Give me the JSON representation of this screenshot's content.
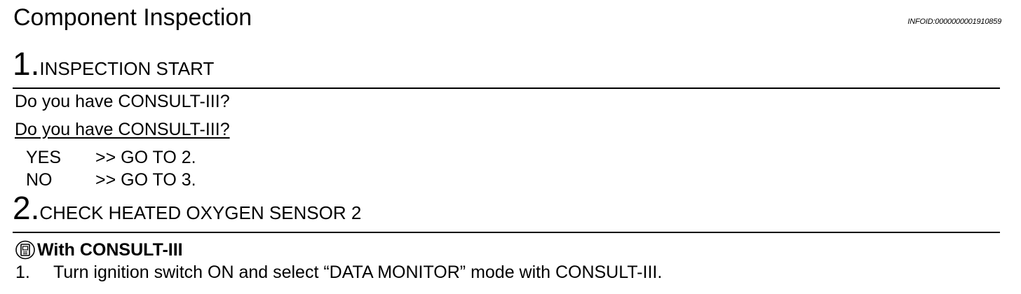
{
  "header": {
    "title": "Component Inspection",
    "infoid": "INFOID:0000000001910859"
  },
  "step1": {
    "number": "1.",
    "heading": "INSPECTION START",
    "question": "Do you have CONSULT-III?",
    "question_underlined": "Do you have CONSULT-III?",
    "answers": [
      {
        "label": "YES",
        "value": ">> GO TO 2."
      },
      {
        "label": "NO",
        "value": ">> GO TO 3."
      }
    ]
  },
  "step2": {
    "number": "2.",
    "heading": "CHECK HEATED OXYGEN SENSOR 2",
    "consult_icon": "consult-tool-icon",
    "consult_label": "With CONSULT-III",
    "list": [
      {
        "num": "1.",
        "text": "Turn ignition switch ON and select “DATA MONITOR” mode with CONSULT-III."
      }
    ]
  }
}
